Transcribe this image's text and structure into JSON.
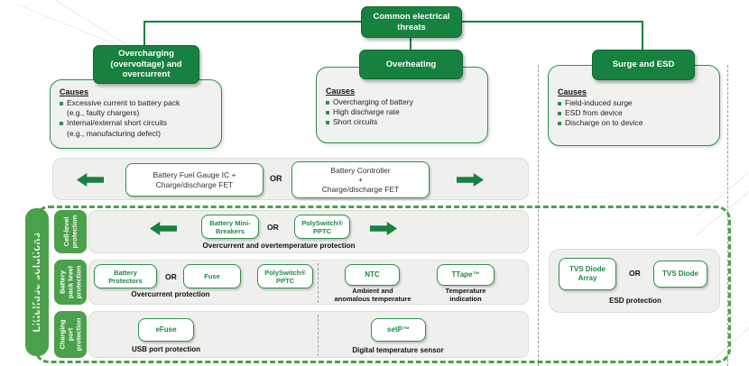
{
  "colors": {
    "brand_green": "#17813F",
    "light_green": "#4BA04B",
    "panel_gray": "#EFEFED",
    "device_text_green": "#1E8A44"
  },
  "icons": {
    "left_arrow": "left-arrow-icon",
    "right_arrow": "right-arrow-icon",
    "bullet": "green-square-bullet"
  },
  "root": {
    "title": "Common electrical\nthreats"
  },
  "threats": [
    {
      "title": "Overcharging\n(overvoltage) and\novercurrent",
      "causes_label": "Causes",
      "causes": [
        {
          "text": "Excessive current to battery pack",
          "sub": "(e.g., faulty chargers)"
        },
        {
          "text": "Internal/external short circuits",
          "sub": "(e.g., manufacturing defect)"
        }
      ]
    },
    {
      "title": "Overheating",
      "causes_label": "Causes",
      "causes": [
        {
          "text": "Overcharging of battery"
        },
        {
          "text": "High discharge rate"
        },
        {
          "text": "Short circuits"
        }
      ]
    },
    {
      "title": "Surge and ESD",
      "causes_label": "Causes",
      "causes": [
        {
          "text": "Field-induced surge"
        },
        {
          "text": "ESD from device"
        },
        {
          "text": "Discharge on to device"
        }
      ]
    }
  ],
  "pack_row": {
    "device1": "Battery Fuel Gauge IC +\nCharge/discharge FET",
    "or": "OR",
    "device2": "Battery Controller\n+\nCharge/discharge FET"
  },
  "solutions": {
    "sidebar_label": "Littelfuse solutions",
    "cell_row": {
      "tab": "Cell-level\nprotection",
      "device1": "Battery Mini-\nBreakers",
      "or": "OR",
      "device2": "PolySwitch®\nPPTC",
      "caption": "Overcurrent and overtemperature protection"
    },
    "pack_level_row": {
      "tab": "Battery\npack level\nprotection",
      "device1": "Battery\nProtectors",
      "or": "OR",
      "device2": "Fuse",
      "device3": "PolySwitch®\nPPTC",
      "caption1": "Overcurrent protection",
      "device4": "NTC",
      "caption2": "Ambient and\nanomalous temperature",
      "device5": "TTape™",
      "caption3": "Temperature\nindication"
    },
    "charging_row": {
      "tab": "Charging\nport\nprotection",
      "device1": "eFuse",
      "caption1": "USB port protection",
      "device2": "setP™",
      "caption2": "Digital temperature sensor"
    },
    "esd": {
      "device1": "TVS Diode\nArray",
      "or": "OR",
      "device2": "TVS Diode",
      "caption": "ESD protection"
    }
  }
}
